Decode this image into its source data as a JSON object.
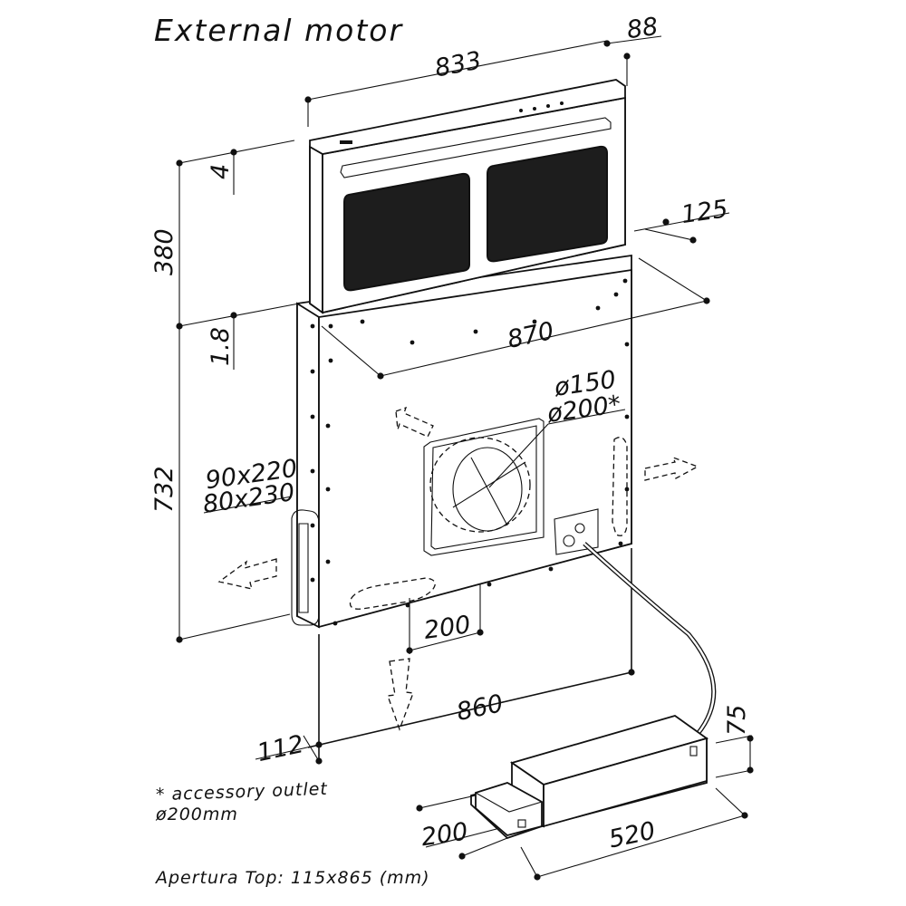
{
  "title": "External motor",
  "dimensions": {
    "top_width": "833",
    "top_depth": "88",
    "lid_thickness": "4",
    "rise_height": "380",
    "gap": "1.8",
    "body_height": "732",
    "inner_width": "870",
    "side_offset": "125",
    "outlet_diameter": "ø150",
    "outlet_diameter_accessory": "ø200*",
    "side_port_1": "90x220",
    "side_port_2": "80x230",
    "bottom_port_offset": "200",
    "base_width": "860",
    "base_depth": "112",
    "motor_height": "75",
    "motor_depth": "200",
    "motor_width": "520"
  },
  "notes": {
    "accessory_line1": "* accessory outlet",
    "accessory_line2": "ø200mm",
    "aperture": "Apertura Top: 115x865 (mm)"
  }
}
